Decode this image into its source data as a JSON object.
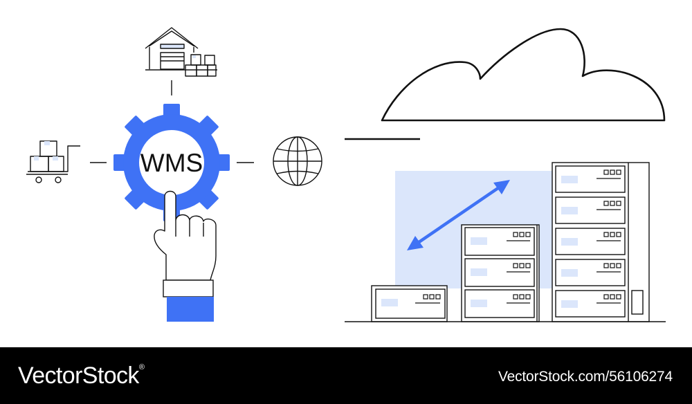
{
  "gear": {
    "label": "WMS"
  },
  "footer": {
    "brand": "VectorStock",
    "brand_mark": "®",
    "image_id": "VectorStock.com/56106274"
  },
  "colors": {
    "accent": "#3f72f5",
    "accent_light": "#dbe6fb",
    "line": "#111111",
    "footer_bg": "#000000",
    "footer_text": "#ffffff"
  },
  "icons": [
    "warehouse-icon",
    "boxes-cart-icon",
    "gear-icon",
    "globe-icon",
    "pointing-hand-icon",
    "cloud-icon",
    "server-rack-icon",
    "double-arrow-icon"
  ]
}
